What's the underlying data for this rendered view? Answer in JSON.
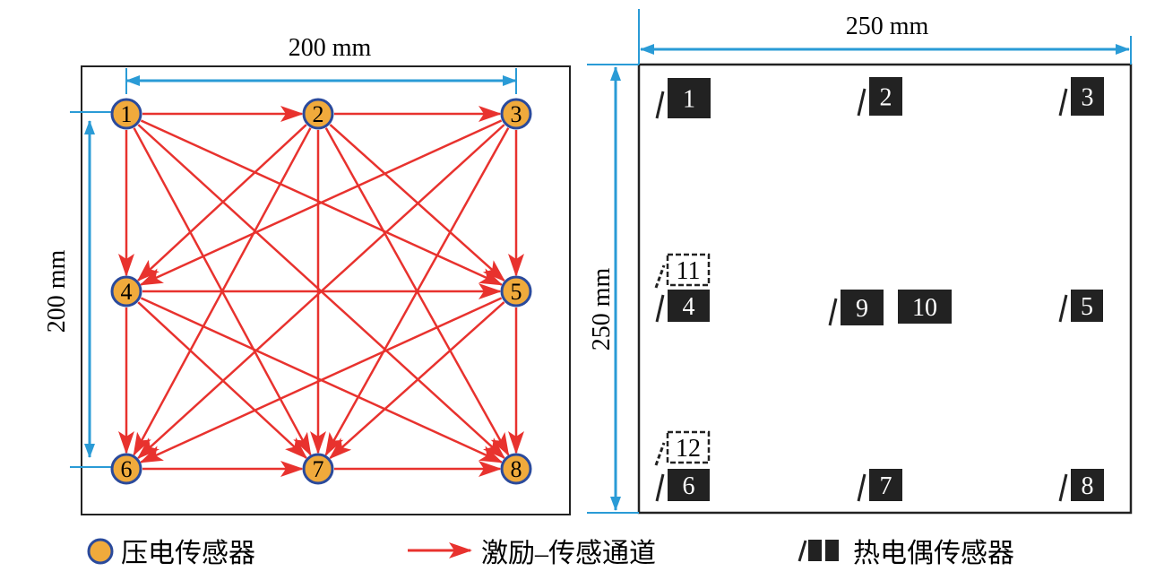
{
  "left_panel": {
    "width_label": "200 mm",
    "height_label": "200 mm",
    "sensors": [
      "1",
      "2",
      "3",
      "4",
      "5",
      "6",
      "7",
      "8"
    ],
    "channels": [
      [
        1,
        2
      ],
      [
        2,
        3
      ],
      [
        1,
        4
      ],
      [
        4,
        6
      ],
      [
        6,
        7
      ],
      [
        7,
        8
      ],
      [
        3,
        5
      ],
      [
        5,
        8
      ],
      [
        1,
        5
      ],
      [
        1,
        7
      ],
      [
        1,
        8
      ],
      [
        2,
        4
      ],
      [
        2,
        5
      ],
      [
        2,
        6
      ],
      [
        2,
        7
      ],
      [
        2,
        8
      ],
      [
        3,
        4
      ],
      [
        3,
        6
      ],
      [
        3,
        7
      ],
      [
        4,
        5
      ],
      [
        4,
        7
      ],
      [
        4,
        8
      ],
      [
        5,
        6
      ],
      [
        5,
        7
      ]
    ]
  },
  "right_panel": {
    "width_label": "250 mm",
    "height_label": "250 mm",
    "thermocouples": [
      "1",
      "2",
      "3",
      "4",
      "5",
      "6",
      "7",
      "8",
      "9",
      "10",
      "11",
      "12"
    ]
  },
  "legend": {
    "piezo": "压电传感器",
    "channel": "激励–传感通道",
    "thermocouple": "热电偶传感器"
  },
  "colors": {
    "arrow": "#e8322e",
    "sensor_fill": "#f0aa3c",
    "sensor_ring": "#2a4a9c",
    "dimension": "#2a9bd6"
  }
}
